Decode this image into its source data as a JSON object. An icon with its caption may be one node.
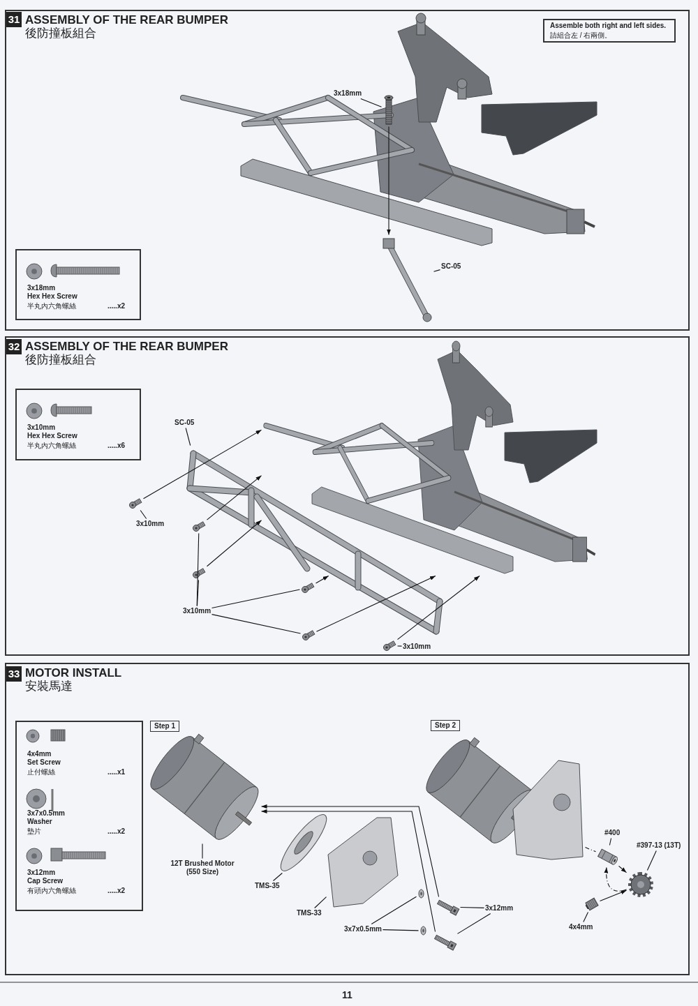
{
  "diagram": {
    "nodes": [
      {
        "text": [
          "ASSEMBLY OF THE REAR BUMPER",
          "後防撞板組合"
        ]
      },
      {
        "text": [
          "31"
        ],
        "in": 0
      },
      {
        "text": [
          "Assemble both right and left sides.",
          "請組合左 / 右兩側。"
        ],
        "in": 0
      },
      {
        "text": [
          "3x18mm",
          "Hex Hex Screw",
          "半丸內六角螺絲",
          ".....x2"
        ],
        "in": 0
      },
      {
        "text": [
          "3x18mm"
        ],
        "in": 0
      },
      {
        "text": [
          "SC-05"
        ],
        "in": 0
      },
      {
        "text": [],
        "shape": "picture",
        "in": 0
      },
      {
        "text": [],
        "shape": "picture",
        "in": 0
      },
      {
        "text": [
          "ASSEMBLY OF THE REAR BUMPER",
          "後防撞板組合"
        ]
      },
      {
        "text": [
          "32"
        ],
        "in": 8
      },
      {
        "text": [
          "3x10mm",
          "Hex Hex Screw",
          "半丸內六角螺絲",
          ".....x6"
        ],
        "in": 8
      },
      {
        "text": [
          "SC-05"
        ],
        "in": 8
      },
      {
        "text": [
          "3x10mm"
        ],
        "in": 8
      },
      {
        "text": [
          "3x10mm"
        ],
        "in": 8
      },
      {
        "text": [
          "3x10mm"
        ],
        "in": 8
      },
      {
        "text": [],
        "shape": "picture",
        "in": 8
      },
      {
        "text": [],
        "shape": "picture",
        "in": 8
      },
      {
        "text": [],
        "shape": "picture",
        "in": 8
      },
      {
        "text": [],
        "shape": "picture",
        "in": 16
      },
      {
        "text": [],
        "shape": "picture",
        "in": 16
      },
      {
        "text": [],
        "shape": "picture",
        "in": 16
      },
      {
        "text": [],
        "shape": "picture",
        "in": 16
      },
      {
        "text": [],
        "shape": "picture",
        "in": 8
      },
      {
        "text": [
          "MOTOR  INSTALL",
          "安裝馬達"
        ]
      },
      {
        "text": [
          "33"
        ],
        "in": 23
      },
      {
        "text": [
          "4x4mm",
          "Set Screw",
          "止付螺絲",
          ".....x1",
          "3x7x0.5mm",
          "Washer",
          "墊片",
          ".....x2",
          "3x12mm",
          "Cap Screw",
          "有頭內六角螺絲",
          ".....x2"
        ],
        "in": 23
      },
      {
        "text": [
          "Step 1"
        ],
        "in": 23
      },
      {
        "text": [
          "Step 2"
        ],
        "in": 23
      },
      {
        "text": [
          "12T Brushed Motor (550 Size)"
        ],
        "in": 23
      },
      {
        "text": [
          "TMS-35"
        ],
        "in": 23
      },
      {
        "text": [
          "TMS-33"
        ],
        "in": 23
      },
      {
        "text": [
          "3x7x0.5mm"
        ],
        "in": 23
      },
      {
        "text": [
          "3x12mm"
        ],
        "in": 23
      },
      {
        "text": [
          "#400"
        ],
        "in": 23
      },
      {
        "text": [
          "#397-13 (13T)"
        ],
        "in": 23
      },
      {
        "text": [
          "4x4mm"
        ],
        "in": 23
      },
      {
        "text": [],
        "shape": "picture",
        "in": 23
      },
      {
        "text": [],
        "shape": "picture",
        "in": 23
      },
      {
        "text": [],
        "shape": "picture",
        "in": 23
      },
      {
        "text": [],
        "shape": "picture",
        "in": 23
      },
      {
        "text": [],
        "shape": "picture",
        "in": 23
      },
      {
        "text": [],
        "shape": "picture",
        "in": 23
      },
      {
        "text": [],
        "shape": "picture",
        "in": 23
      },
      {
        "text": [],
        "shape": "picture",
        "in": 23
      },
      {
        "text": [],
        "shape": "picture",
        "in": 23
      },
      {
        "text": [],
        "shape": "picture",
        "in": 23
      },
      {
        "text": [],
        "shape": "picture",
        "in": 23
      }
    ],
    "edges": [
      {
        "from": 4,
        "to": 6,
        "arrow": "none"
      },
      {
        "from": 5,
        "to": 7,
        "arrow": "none"
      },
      {
        "from": 6,
        "to": 7,
        "arrow": "to"
      },
      {
        "from": 11,
        "to": 16,
        "arrow": "none"
      },
      {
        "from": 12,
        "to": 17,
        "arrow": "none"
      },
      {
        "from": 13,
        "to": 18,
        "arrow": "none"
      },
      {
        "from": 13,
        "to": 19,
        "arrow": "none"
      },
      {
        "from": 13,
        "to": 20,
        "arrow": "none"
      },
      {
        "from": 13,
        "to": 21,
        "arrow": "none"
      },
      {
        "from": 14,
        "to": 22,
        "arrow": "none"
      },
      {
        "from": 17,
        "to": 15,
        "arrow": "to"
      },
      {
        "from": 18,
        "to": 15,
        "arrow": "to"
      },
      {
        "from": 19,
        "to": 15,
        "arrow": "to"
      },
      {
        "from": 20,
        "to": 15,
        "arrow": "to"
      },
      {
        "from": 21,
        "to": 15,
        "arrow": "to"
      },
      {
        "from": 22,
        "to": 15,
        "arrow": "to"
      },
      {
        "from": 28,
        "to": 36,
        "arrow": "none"
      },
      {
        "from": 29,
        "to": 37,
        "arrow": "none"
      },
      {
        "from": 30,
        "to": 38,
        "arrow": "none"
      },
      {
        "from": 31,
        "to": 39,
        "arrow": "none"
      },
      {
        "from": 31,
        "to": 40,
        "arrow": "none"
      },
      {
        "from": 32,
        "to": 41,
        "arrow": "none"
      },
      {
        "from": 32,
        "to": 42,
        "arrow": "none"
      },
      {
        "from": 41,
        "to": 36,
        "arrow": "to"
      },
      {
        "from": 42,
        "to": 36,
        "arrow": "to"
      },
      {
        "from": 33,
        "to": 44,
        "arrow": "none"
      },
      {
        "from": 34,
        "to": 45,
        "arrow": "none"
      },
      {
        "from": 35,
        "to": 46,
        "arrow": "none"
      },
      {
        "from": 43,
        "to": 44,
        "arrow": "none",
        "style": "dashed"
      },
      {
        "from": 44,
        "to": 45,
        "arrow": "to",
        "style": "dashed"
      },
      {
        "from": 45,
        "to": 44,
        "arrow": "to",
        "style": "dashed"
      },
      {
        "from": 46,
        "to": 45,
        "arrow": "to"
      }
    ],
    "labels": [
      "11"
    ]
  }
}
